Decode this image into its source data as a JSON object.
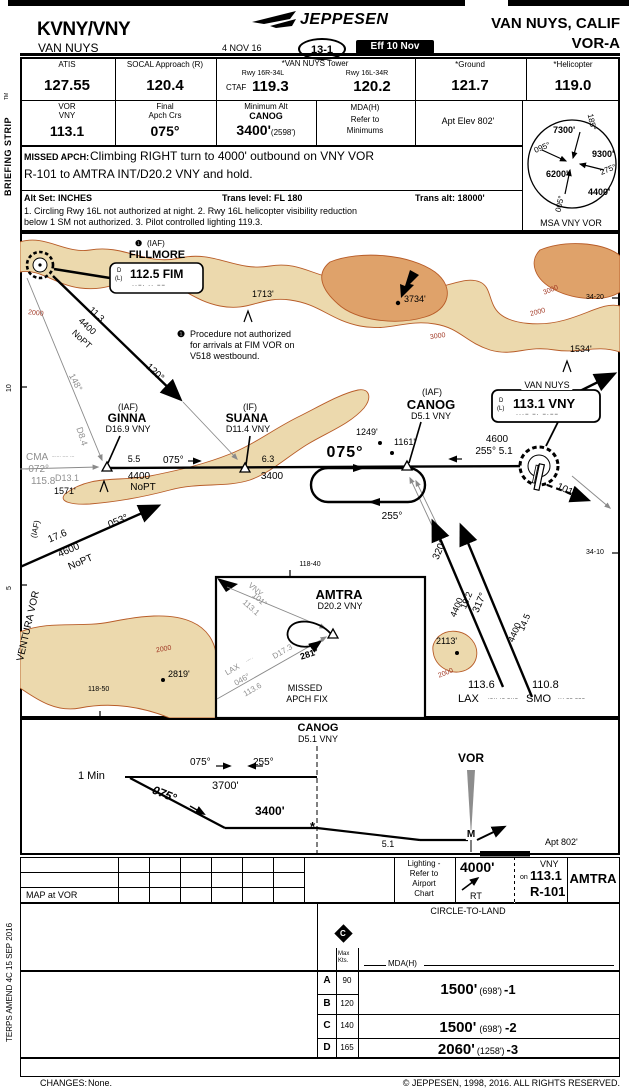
{
  "header": {
    "airport_id": "KVNY/VNY",
    "airport_name": "VAN NUYS",
    "brand": "JEPPESEN",
    "date": "4 NOV 16",
    "index": "13-1",
    "effective": "Eff 10 Nov",
    "location": "VAN NUYS, CALIF",
    "procedure": "VOR-A"
  },
  "margins": {
    "briefing_strip": "BRIEFING STRIP",
    "tm": "TM",
    "amend_note": "TERPS AMEND 4C 15 SEP 2016",
    "changes_label": "CHANGES:",
    "changes_value": "None.",
    "copyright": "© JEPPESEN, 1998, 2016. ALL RIGHTS RESERVED."
  },
  "comm": {
    "atis_label": "ATIS",
    "atis": "127.55",
    "app_label": "SOCAL Approach (R)",
    "app": "120.4",
    "twr_label": "*VAN NUYS Tower",
    "twr_rwy1": "Rwy 16R-34L",
    "ctaf": "CTAF",
    "twr1": "119.3",
    "twr_rwy2": "Rwy 16L-34R",
    "twr2": "120.2",
    "gnd_label": "*Ground",
    "gnd": "121.7",
    "heli_label": "*Helicopter",
    "heli": "119.0"
  },
  "brief": {
    "vor_l1": "VOR",
    "vor_l2": "VNY",
    "vor": "113.1",
    "crs_l1": "Final",
    "crs_l2": "Apch Crs",
    "crs": "075°",
    "ma_l1": "Minimum Alt",
    "ma_l2": "CANOG",
    "ma": "3400'",
    "ma_hat": "(2598')",
    "mda_l1": "MDA(H)",
    "mda_l2": "Refer to",
    "mda_l3": "Minimums",
    "apt": "Apt Elev  802'"
  },
  "msa": {
    "nw": "7300'",
    "ne": "9300'",
    "sw": "6200'",
    "se": "4400'",
    "b_n": "185°",
    "b_w": "095°",
    "b_e": "275°",
    "b_s": "005°",
    "caption": "MSA VNY VOR"
  },
  "missed": {
    "label": "MISSED APCH:",
    "line1": "Climbing RIGHT turn to 4000' outbound on VNY VOR",
    "line2": "R-101 to AMTRA INT/D20.2 VNY and hold."
  },
  "notes": {
    "alt_set": "Alt Set: INCHES",
    "trans_level": "Trans level: FL 180",
    "trans_alt": "Trans alt: 18000'",
    "line1": "1. Circling Rwy 16L not authorized at night. 2. Rwy 16L helicopter visibility reduction",
    "line2": "below 1 SM not authorized. 3. Pilot controlled lighting 119.3."
  },
  "plan": {
    "note_sym": "❶",
    "fillmore_iaf": "(IAF)",
    "fillmore": "FILLMORE",
    "dl1": "D",
    "dl2": "(L)",
    "fillmore_freq": "112.5 FIM",
    "fillmore_morse": "··−·  ··  −−",
    "fim_dist": "11.3",
    "fim_alt": "4400",
    "fim_nopt": "NoPT",
    "fim_crs": "120°",
    "obs_1713": "1713'",
    "note1a": "Procedure not authorized",
    "note1b": "for arrivals at FIM VOR on",
    "note1c": "V518 westbound.",
    "obs_3734": "3734'",
    "lat_3420": "34-20",
    "obs_1534": "1534'",
    "lat_3410": "34-10",
    "c3000a": "3000",
    "c3000b": "3000",
    "c2000a": "2000",
    "c2000b": "2000",
    "c2000c": "2000",
    "c2000d": "2000",
    "crs_148": "148°",
    "d84": "D8.4",
    "cma": "CMA",
    "cma_morse": "−·−· −− ·−",
    "cma_crs": "-072°",
    "cma_freq": "115.8",
    "d131": "D13.1",
    "ginna_iaf": "(IAF)",
    "ginna": "GINNA",
    "ginna_dist": "D16.9 VNY",
    "leg1": "5.5",
    "leg1_alt": "4400",
    "leg1_nopt": "NoPT",
    "crs_075a": "075°",
    "obs_1571": "1571'",
    "suana_if": "(IF)",
    "suana": "SUANA",
    "suana_dist": "D11.4 VNY",
    "leg2": "6.3",
    "leg2_alt": "3400",
    "crs_075b": "075°",
    "obs_1249": "1249'",
    "obs_1161": "1161'",
    "canog_iaf": "(IAF)",
    "canog": "CANOG",
    "canog_dist": "D5.1 VNY",
    "leg3_alt": "4600",
    "leg3": "255° 5.1",
    "vny_name": "VAN NUYS",
    "vny_freq": "113.1 VNY",
    "vny_morse": "···−  −·  −·−−",
    "crs_101": "101°",
    "hold_out": "255°",
    "ventura": "VENTURA VOR",
    "ventura_iaf": "(IAF)",
    "vent_dist": "17.6",
    "vent_alt": "4600",
    "vent_nopt": "NoPT",
    "vent_crs": "053°",
    "obs_2819": "2819'",
    "lon_11850": "118-50",
    "tick_10": "10",
    "tick_5": "5",
    "lax_crs": "320°",
    "lax_dist": "19.2",
    "lax_alt": "4400",
    "smo_crs": "317°",
    "smo_dist": "14.5",
    "smo_alt": "4400",
    "obs_2113": "2113'",
    "lax_freq": "113.6",
    "lax": "LAX",
    "lax_morse": "·−··  ·−  −··−",
    "smo_freq": "110.8",
    "smo": "SMO",
    "smo_morse": "···  −−  −−−",
    "inset_lon": "118-40",
    "amtra": "AMTRA",
    "amtra_dist": "D20.2 VNY",
    "ivny": "VNY",
    "ivny_crs": "101°",
    "ivny_freq": "113.1",
    "inset_crs": "281°",
    "ilax": "LAX",
    "ilax_morse": "·−··",
    "ilax_crs": "046°",
    "ilax_freq": "113.6",
    "ilax_d": "D17.3",
    "inset_cap1": "MISSED",
    "inset_cap2": "APCH FIX"
  },
  "profile": {
    "fix": "CANOG",
    "fix_dist": "D5.1 VNY",
    "one_min": "1 Min",
    "crs_out": "075°",
    "crs_in": "255°",
    "hold_alt": "3700'",
    "crs": "075°",
    "alt": "3400'",
    "star": "*",
    "vor": "VOR",
    "map": "M",
    "dist": "5.1",
    "apt": "Apt 802'"
  },
  "strip": {
    "map_at": "MAP at VOR",
    "light1": "Lighting -",
    "light2": "Refer to",
    "light3": "Airport",
    "light4": "Chart",
    "ma_alt": "4000'",
    "rt": "RT",
    "on": "on",
    "vny": "VNY",
    "vny_freq": "113.1",
    "radial": "R-101",
    "fix": "AMTRA"
  },
  "mins": {
    "title": "CIRCLE-TO-LAND",
    "c_icon": "C",
    "max": "Max",
    "kts": "Kts.",
    "mda": "MDA(H)",
    "cat_a": "A",
    "a_kts": "90",
    "cat_b": "B",
    "b_kts": "120",
    "cat_c": "C",
    "c_kts": "140",
    "cat_d": "D",
    "d_kts": "165",
    "ab_mda": "1500'",
    "ab_h": "(698')",
    "ab_vis": "-1",
    "c_mda": "1500'",
    "c_h": "(698')",
    "c_vis": "-2",
    "d_mda": "2060'",
    "d_h": "(1258')",
    "d_vis": "-3"
  }
}
